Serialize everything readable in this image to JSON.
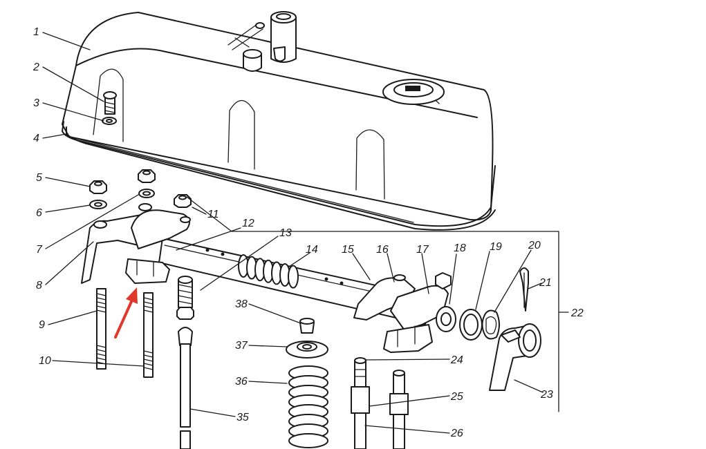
{
  "callouts": [
    "1",
    "2",
    "3",
    "4",
    "5",
    "6",
    "7",
    "8",
    "9",
    "10",
    "11",
    "12",
    "13",
    "14",
    "15",
    "16",
    "17",
    "18",
    "19",
    "20",
    "21",
    "22",
    "23",
    "24",
    "25",
    "26",
    "35",
    "36",
    "37",
    "38"
  ],
  "arrow_color": "#e0392b",
  "ink_color": "#1a1a1a"
}
